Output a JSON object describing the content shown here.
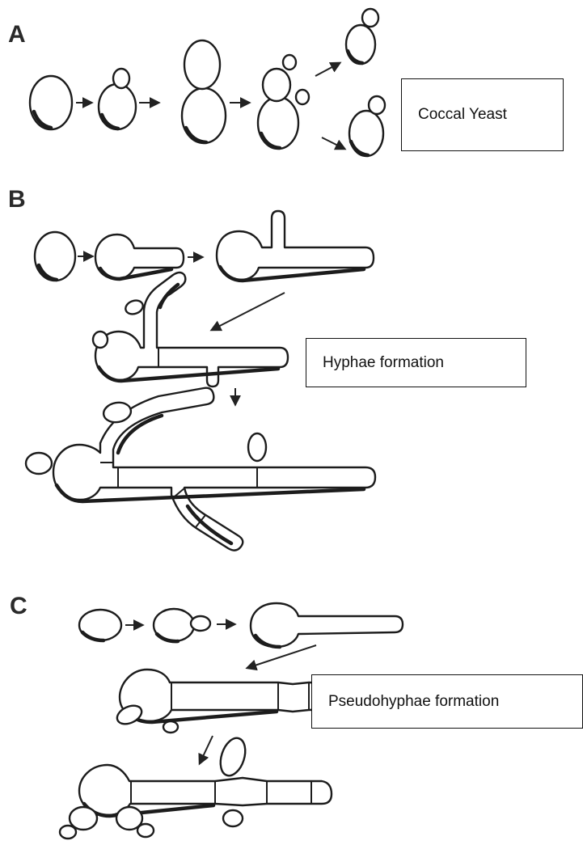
{
  "panels": [
    {
      "letter": "A",
      "label": "Coccal Yeast"
    },
    {
      "letter": "B",
      "label": "Hyphae formation"
    },
    {
      "letter": "C",
      "label": "Pseudohyphae formation"
    }
  ],
  "colors": {
    "ink": "#1c1c1c",
    "background": "#ffffff",
    "box_border": "#111111"
  }
}
